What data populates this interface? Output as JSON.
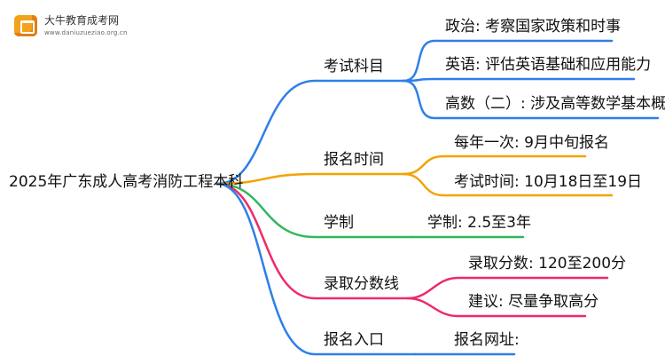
{
  "logo": {
    "name": "大牛教育成考网",
    "url": "www.daniuzueziao.org.cn",
    "icon": "book-icon"
  },
  "colors": {
    "subjects": "#2f7fe8",
    "time": "#f2a300",
    "system": "#2eb85c",
    "score": "#ef2a6a",
    "entry": "#2f7fe8"
  },
  "root": "2025年广东成人高考消防工程本科",
  "branches": [
    {
      "label": "考试科目",
      "children": [
        "政治: 考察国家政策和时事",
        "英语: 评估英语基础和应用能力",
        "高数（二）: 涉及高等数学基本概念"
      ]
    },
    {
      "label": "报名时间",
      "children": [
        "每年一次: 9月中旬报名",
        "考试时间: 10月18日至19日"
      ]
    },
    {
      "label": "学制",
      "children": [
        "学制: 2.5至3年"
      ]
    },
    {
      "label": "录取分数线",
      "children": [
        "录取分数: 120至200分",
        "建议: 尽量争取高分"
      ]
    },
    {
      "label": "报名入口",
      "children": [
        "报名网址:"
      ]
    }
  ]
}
